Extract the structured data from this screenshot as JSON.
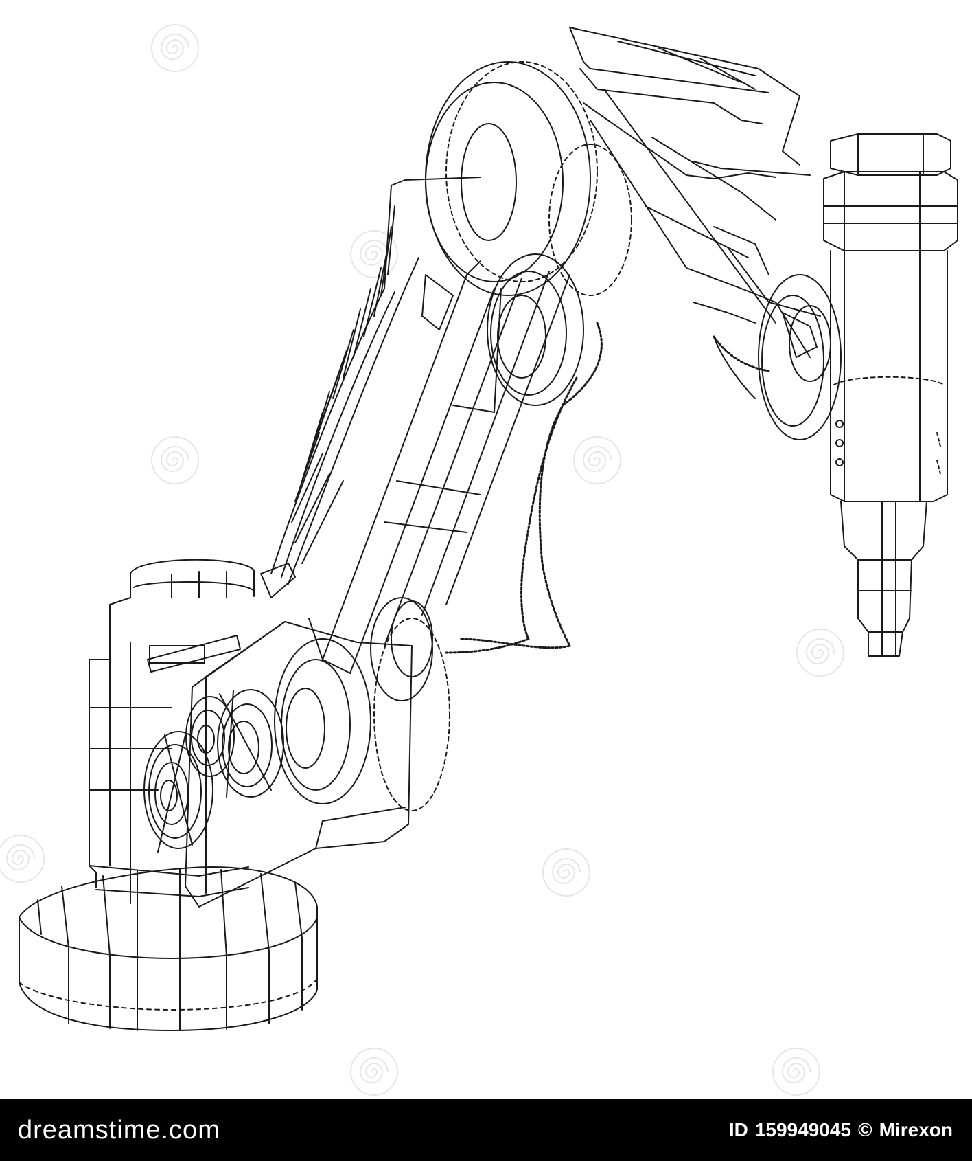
{
  "image": {
    "subject": "wireframe-robotic-arm",
    "background_color": "#ffffff",
    "line_color": "#1a1a1a"
  },
  "watermark": {
    "brand": "dreamstime.com",
    "icon": "spiral-watermark-icon"
  },
  "footer": {
    "background_color": "#000000",
    "text_color": "#ffffff",
    "logo_text": "dreamstime.com",
    "id_label": "ID",
    "id_value": "159949045",
    "copyright_symbol": "©",
    "author": "Mirexon"
  }
}
